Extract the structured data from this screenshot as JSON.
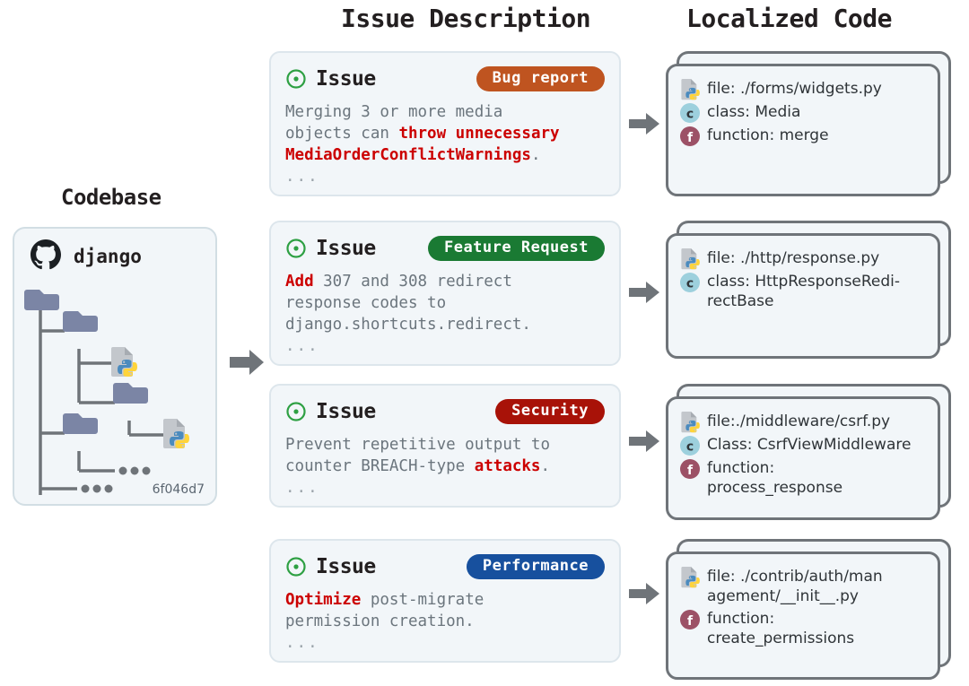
{
  "headers": {
    "codebase": "Codebase",
    "issue_description": "Issue Description",
    "localized_code": "Localized Code"
  },
  "codebase": {
    "repo_name": "django",
    "commit_hash": "6f046d7",
    "repo_icon": "github-icon",
    "tree_nodes": [
      "folder",
      "folder",
      "python-file",
      "folder",
      "python-file",
      "folder",
      "ellipsis",
      "ellipsis"
    ]
  },
  "colors": {
    "bug_report": "#bf5420",
    "feature_request": "#1a7a33",
    "security": "#a81208",
    "performance": "#17509e",
    "issue_icon_green": "#2ea043",
    "highlight_red": "#cc0000",
    "body_gray": "#6b757d",
    "card_bg": "#f2f6f9",
    "card_border": "#dde6ec",
    "code_border": "#6f7479",
    "arrow_gray": "#6f7479",
    "folder_blue": "#7b85a5",
    "class_circle": "#9dd0dd",
    "function_circle": "#9c5166"
  },
  "rows": [
    {
      "issue": {
        "icon": "issue-open-icon",
        "title": "Issue",
        "badge": "Bug report",
        "badge_color_key": "bug_report",
        "body_parts": [
          {
            "text": "Merging 3 or more media\nobjects can ",
            "highlight": false
          },
          {
            "text": "throw unnecessary\nMediaOrderConflictWarnings",
            "highlight": true
          },
          {
            "text": ".",
            "highlight": false
          }
        ],
        "ellipsis": "..."
      },
      "code": {
        "lines": [
          {
            "icon": "python-file-icon",
            "text": "file: ./forms/widgets.py"
          },
          {
            "icon": "class-icon",
            "text": "class: Media"
          },
          {
            "icon": "function-icon",
            "text": "function: merge"
          }
        ]
      }
    },
    {
      "issue": {
        "icon": "issue-open-icon",
        "title": "Issue",
        "badge": "Feature Request",
        "badge_color_key": "feature_request",
        "body_parts": [
          {
            "text": "Add",
            "highlight": true
          },
          {
            "text": " 307 and 308 redirect\nresponse codes to\ndjango.shortcuts.redirect.",
            "highlight": false
          }
        ],
        "ellipsis": "..."
      },
      "code": {
        "lines": [
          {
            "icon": "python-file-icon",
            "text": "file: ./http/response.py"
          },
          {
            "icon": "class-icon",
            "text": "class: HttpResponseRedi-\nrectBase"
          }
        ]
      }
    },
    {
      "issue": {
        "icon": "issue-open-icon",
        "title": "Issue",
        "badge": "Security",
        "badge_color_key": "security",
        "body_parts": [
          {
            "text": "Prevent repetitive output to\ncounter BREACH-type ",
            "highlight": false
          },
          {
            "text": "attacks",
            "highlight": true
          },
          {
            "text": ".",
            "highlight": false
          }
        ],
        "ellipsis": "..."
      },
      "code": {
        "lines": [
          {
            "icon": "python-file-icon",
            "text": "file:./middleware/csrf.py"
          },
          {
            "icon": "class-icon",
            "text": "Class: CsrfViewMiddleware"
          },
          {
            "icon": "function-icon",
            "text": "function:\nprocess_response"
          }
        ]
      }
    },
    {
      "issue": {
        "icon": "issue-open-icon",
        "title": "Issue",
        "badge": "Performance",
        "badge_color_key": "performance",
        "body_parts": [
          {
            "text": "Optimize",
            "highlight": true
          },
          {
            "text": " post-migrate\npermission creation.",
            "highlight": false
          }
        ],
        "ellipsis": "..."
      },
      "code": {
        "lines": [
          {
            "icon": "python-file-icon",
            "text": "file: ./contrib/auth/man\nagement/__init__.py"
          },
          {
            "icon": "function-icon",
            "text": "function:\ncreate_permissions"
          }
        ]
      }
    }
  ],
  "arrows": {
    "codebase_to_issues": "arrow-right-icon",
    "issue_to_code": "arrow-right-icon"
  }
}
